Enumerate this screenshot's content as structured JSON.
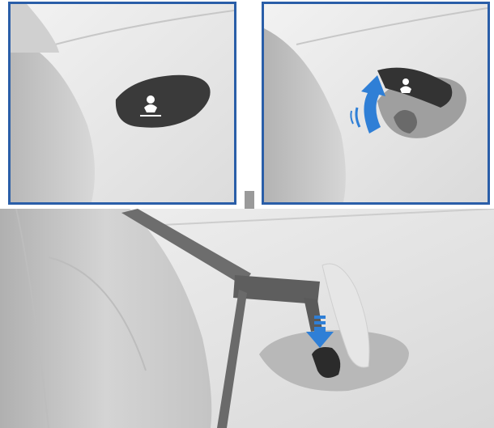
{
  "figure": {
    "description_alt": "",
    "panels": [
      {
        "id": "panel-closed-cover"
      },
      {
        "id": "panel-open-cover"
      },
      {
        "id": "panel-attach-tether"
      }
    ],
    "colors": {
      "frame": "#2a5ea8",
      "arrow": "#2f7fd6",
      "cover": "#3a3a3a",
      "seat": "#c9c9c9",
      "background": "#e4e4e4"
    },
    "icons": [
      "child-seat-anchor-icon",
      "arrow-up-icon",
      "arrow-down-icon"
    ]
  }
}
